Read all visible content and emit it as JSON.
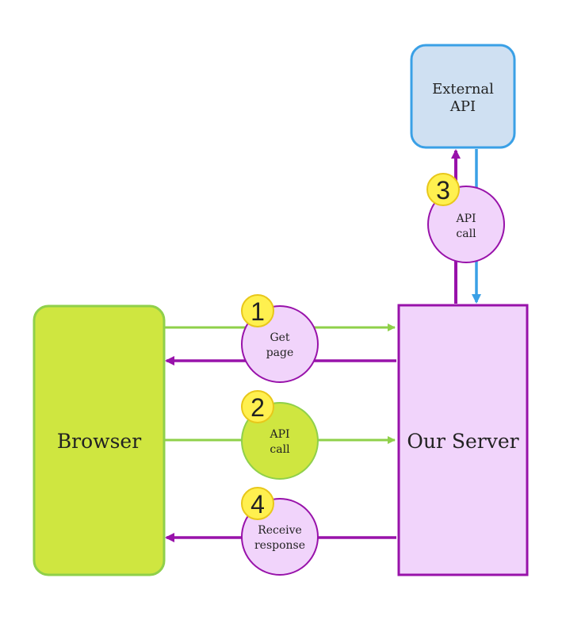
{
  "nodes": {
    "browser": {
      "label": "Browser"
    },
    "server": {
      "label": "Our Server"
    },
    "external_api": {
      "line1": "External",
      "line2": "API"
    }
  },
  "steps": [
    {
      "number": "1",
      "line1": "Get",
      "line2": "page"
    },
    {
      "number": "2",
      "line1": "API",
      "line2": "call"
    },
    {
      "number": "3",
      "line1": "API",
      "line2": "call"
    },
    {
      "number": "4",
      "line1": "Receive",
      "line2": "response"
    }
  ],
  "colors": {
    "browser_fill": "#cfe640",
    "browser_stroke": "#8fd04a",
    "server_fill": "#f1d4fb",
    "server_stroke": "#9812aa",
    "api_fill": "#cfe0f2",
    "api_stroke": "#3aa0e6",
    "green_arrow": "#8fd04a",
    "purple_arrow": "#9812aa",
    "blue_arrow": "#3aa0e6",
    "badge_fill": "#fff04f",
    "badge_stroke": "#e8c71a"
  }
}
